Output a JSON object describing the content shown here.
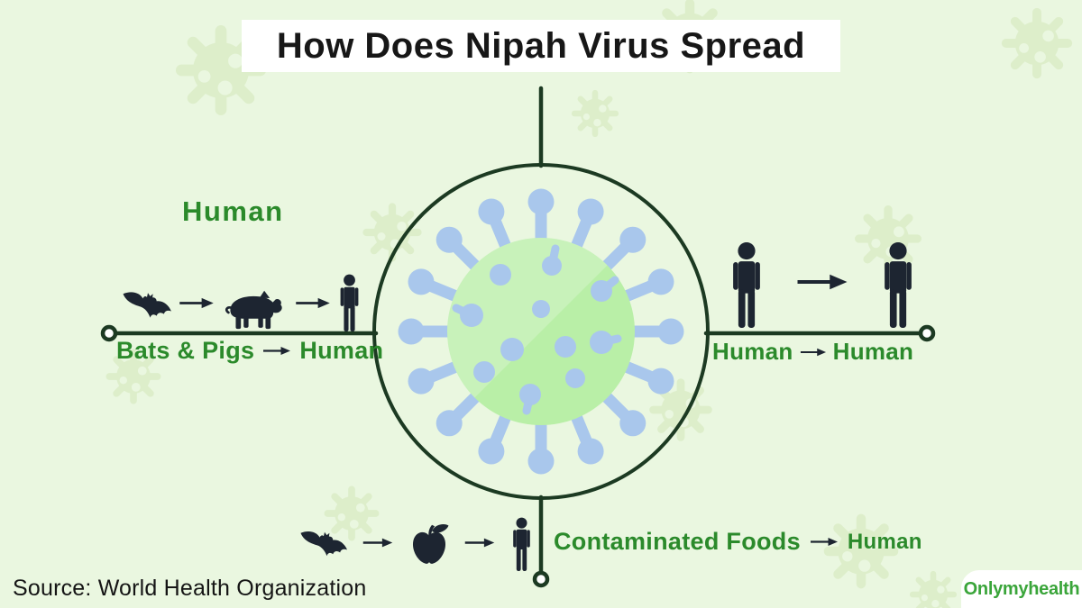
{
  "title": "How Does Nipah Virus Spread",
  "top_label": "Human",
  "routes": {
    "left": {
      "from": "Bats & Pigs",
      "to": "Human",
      "icons": [
        "bat",
        "pig",
        "human"
      ]
    },
    "right": {
      "from": "Human",
      "to": "Human",
      "icons": [
        "human",
        "human"
      ]
    },
    "bottom": {
      "from": "Contaminated Foods",
      "to": "Human",
      "icons": [
        "bat",
        "apple",
        "human"
      ]
    }
  },
  "source": "Source: World Health Organization",
  "brand": "Onlymyhealth",
  "colors": {
    "background": "#eaf7e0",
    "pattern_virus": "#ddeeca",
    "line_dark_green": "#1c3a22",
    "label_green": "#2b8a2b",
    "icon_dark": "#1d2531",
    "virus_spike_blue": "#a9c7ec",
    "virus_body_green": "#b9efa7",
    "brand_green": "#3aa53a",
    "title_text": "#171717"
  }
}
